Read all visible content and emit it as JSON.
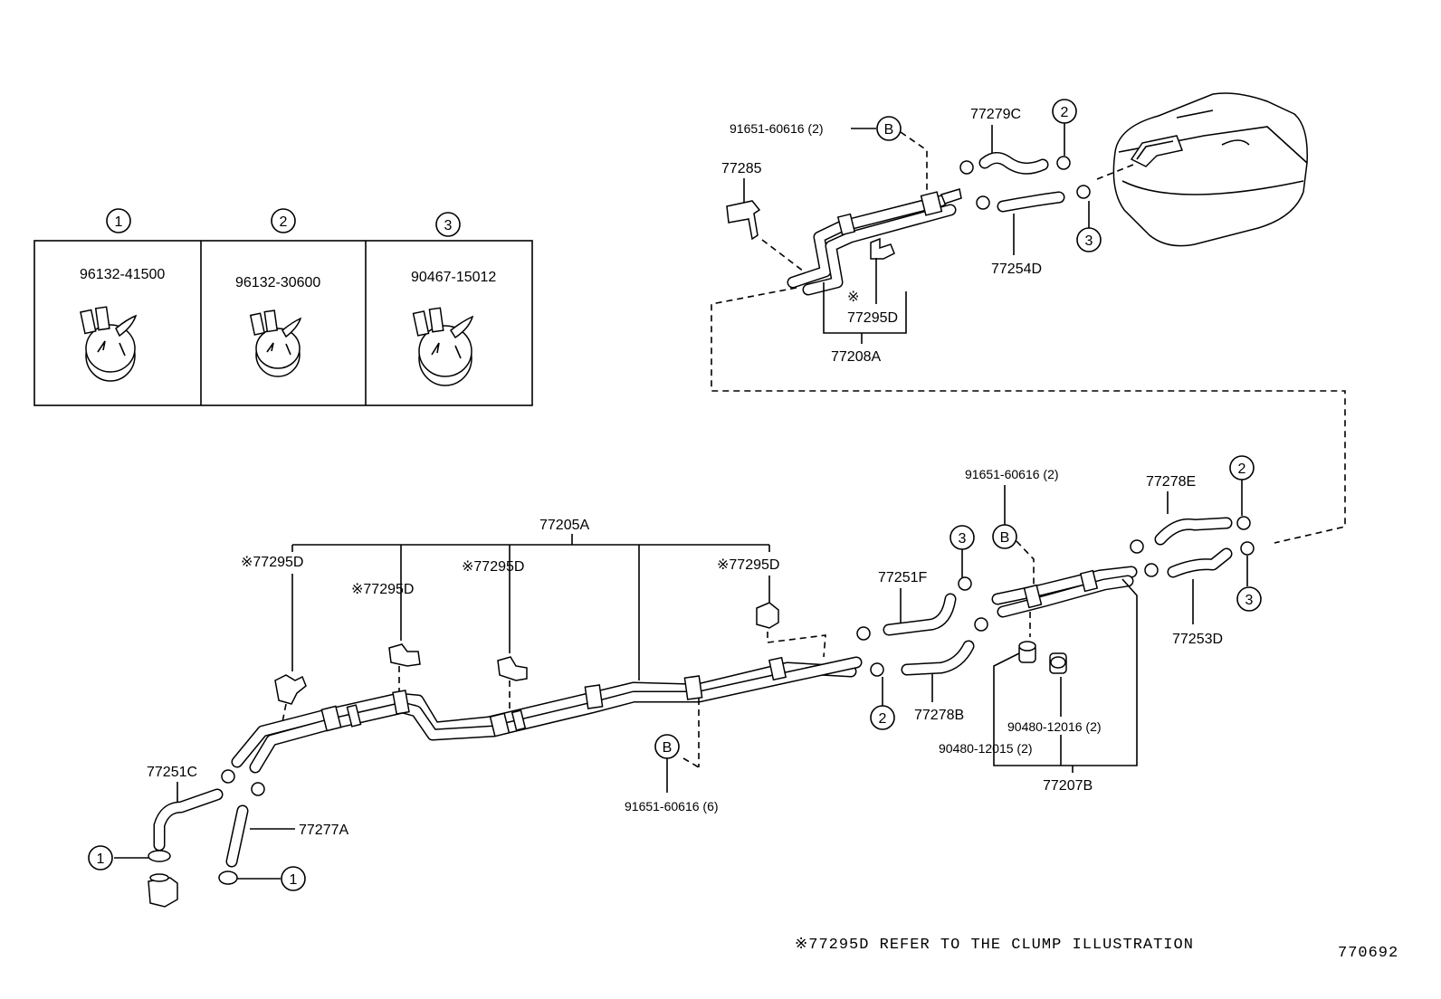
{
  "legend_boxes": [
    {
      "marker": "1",
      "part_no": "96132-41500"
    },
    {
      "marker": "2",
      "part_no": "96132-30600"
    },
    {
      "marker": "3",
      "part_no": "90467-15012"
    }
  ],
  "upper_assembly": {
    "bolt_label": "91651-60616 (2)",
    "bolt_marker": "B",
    "bracket": "77285",
    "hose_top": "77279C",
    "hose_bottom": "77254D",
    "clamp_marker_top": "2",
    "clamp_marker_bottom": "3",
    "clamp_ref": "※",
    "clamp_ref_part": "77295D",
    "tube_assembly": "77208A"
  },
  "main_assembly": {
    "tube_assembly": "77205A",
    "clamp_labels": [
      "※77295D",
      "※77295D",
      "※77295D",
      "※77295D"
    ],
    "hose_left": "77251C",
    "hose_mid": "77277A",
    "clamp_marker_left_1": "1",
    "clamp_marker_left_2": "1",
    "bolt_marker": "B",
    "bolt_label": "91651-60616 (6)"
  },
  "right_assembly": {
    "bolt_label": "91651-60616 (2)",
    "bolt_marker": "B",
    "hose_upper": "77278E",
    "hose_lower": "77253D",
    "hose_f": "77251F",
    "hose_b": "77278B",
    "grommet_1": "90480-12016 (2)",
    "grommet_2": "90480-12015 (2)",
    "tube_assembly": "77207B",
    "clamp_marker_a": "3",
    "clamp_marker_b": "2",
    "clamp_marker_c": "2",
    "clamp_marker_d": "3"
  },
  "footer": {
    "note": "※77295D REFER TO THE CLUMP ILLUSTRATION",
    "drawing_no": "770692"
  }
}
